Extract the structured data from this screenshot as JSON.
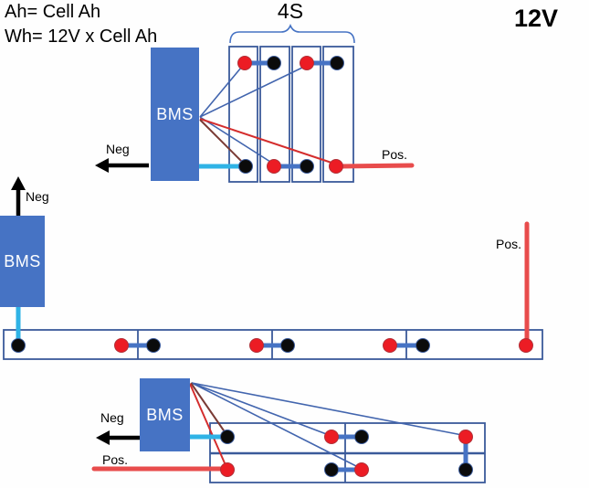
{
  "colors": {
    "bms_fill": "#4673C4",
    "bms_text": "#FFFFFF",
    "pack_border": "#3A5A9A",
    "connector_blue": "#4673C4",
    "terminal_red": "#EC1C24",
    "terminal_red_edge": "#B03038",
    "terminal_black": "#0B0B0B",
    "terminal_black_edge": "#3A5A9A",
    "wire_cyan": "#2FB3E6",
    "wire_main_red": "#E84C4C",
    "sense_blue": "#4265AE",
    "sense_red": "#D42D2D",
    "sense_brown": "#7A3B35",
    "arrow_black": "#000000",
    "brace_blue": "#4673C4",
    "text_black": "#000000"
  },
  "header": {
    "formula_line1": "Ah= Cell Ah",
    "formula_line2": "Wh= 12V x Cell Ah",
    "voltage_label": "12V"
  },
  "top_diagram": {
    "series_label": "4S",
    "bms_label": "BMS",
    "neg_label": "Neg",
    "pos_label": "Pos.",
    "cells": 4,
    "layout": "4 vertical cells side by side, BMS at left"
  },
  "middle_diagram": {
    "bms_label": "BMS",
    "neg_label": "Neg",
    "pos_label": "Pos.",
    "cells": 4,
    "layout": "4 cells in one long horizontal row, BMS at far left"
  },
  "bottom_diagram": {
    "bms_label": "BMS",
    "neg_label": "Neg",
    "pos_label": "Pos.",
    "cells": 4,
    "layout": "2x2 cells in two stacked rows, BMS at left"
  }
}
